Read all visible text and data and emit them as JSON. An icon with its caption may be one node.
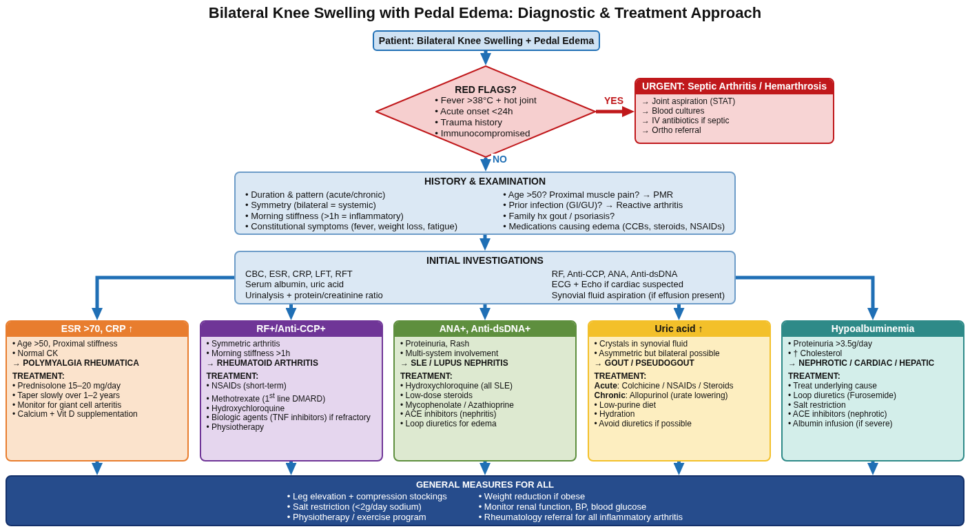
{
  "diagram": {
    "title": "Bilateral Knee Swelling with Pedal Edema: Diagnostic & Treatment Approach",
    "nodes": [
      {
        "text": [
          "Patient: Bilateral Knee Swelling + Pedal Edema"
        ]
      },
      {
        "text": [
          "RED FLAGS?",
          "• Fever >38°C + hot joint",
          "• Acute onset <24h",
          "• Trauma history",
          "• Immunocompromised"
        ]
      },
      {
        "text": [
          "URGENT: Septic Arthritis / Hemarthrosis",
          "→ Joint aspiration (STAT)",
          "→ Blood cultures",
          "→ IV antibiotics if septic",
          "→ Ortho referral"
        ]
      },
      {
        "text": [
          "HISTORY & EXAMINATION",
          "• Duration & pattern (acute/chronic)",
          "• Symmetry (bilateral = systemic)",
          "• Morning stiffness (>1h = inflammatory)",
          "• Constitutional symptoms (fever, weight loss, fatigue)",
          "• Age >50? Proximal muscle pain? → PMR",
          "• Prior infection (GI/GU)? → Reactive arthritis",
          "• Family hx gout / psoriasis?",
          "• Medications causing edema (CCBs, steroids, NSAIDs)"
        ]
      },
      {
        "text": [
          "INITIAL INVESTIGATIONS",
          "CBC, ESR, CRP, LFT, RFT",
          "Serum albumin, uric acid",
          "Urinalysis + protein/creatinine ratio",
          "RF, Anti-CCP, ANA, Anti-dsDNA",
          "ECG + Echo if cardiac suspected",
          "Synovial fluid aspiration (if effusion present)"
        ]
      },
      {
        "text": [
          "ESR >70, CRP ↑",
          "• Age >50, Proximal stiffness",
          "• Normal CK",
          "→ **POLYMYALGIA RHEUMATICA**",
          "TREATMENT:",
          "• Prednisolone 15–20 mg/day",
          "• Taper slowly over 1–2 years",
          "• Monitor for giant cell arteritis",
          "• Calcium + Vit D supplementation"
        ]
      },
      {
        "text": [
          "RF+/Anti-CCP+",
          "• Symmetric arthritis",
          "• Morning stiffness >1h",
          "→ **RHEUMATOID ARTHRITIS**",
          "TREATMENT:",
          "• NSAIDs (short-term)",
          "• Methotrexate (1$^{st}$ line DMARD)",
          "• Hydroxychloroquine",
          "• Biologic agents (TNF inhibitors) if refractory",
          "• Physiotherapy"
        ]
      },
      {
        "text": [
          "ANA+, Anti-dsDNA+",
          "• Proteinuria, Rash",
          "• Multi-system involvement",
          "→ **SLE / LUPUS NEPHRITIS**",
          "TREATMENT:",
          "• Hydroxychloroquine (all SLE)",
          "• Low-dose steroids",
          "• Mycophenolate / Azathioprine",
          "• ACE inhibitors (nephritis)",
          "• Loop diuretics for edema"
        ]
      },
      {
        "text": [
          "Uric acid ↑",
          "• Crystals in synovial fluid",
          "• Asymmetric but bilateral possible",
          "→ **GOUT / PSEUDOGOUT**",
          "TREATMENT:",
          "**Acute**: Colchicine / NSAIDs / Steroids",
          "**Chronic**: Allopurinol (urate lowering)",
          "• Low-purine diet",
          "• Hydration",
          "• Avoid diuretics if possible"
        ]
      },
      {
        "text": [
          "Hypoalbuminemia",
          "• Proteinuria >3.5g/day",
          "• † Cholesterol",
          "→ **NEPHROTIC / CARDIAC / HEPATIC**",
          "TREATMENT:",
          "• Treat underlying cause",
          "• Loop diuretics (Furosemide)",
          "• Salt restriction",
          "• ACE inhibitors (nephrotic)",
          "• Albumin infusion (if severe)"
        ]
      },
      {
        "text": [
          "GENERAL MEASURES FOR ALL",
          "• Leg elevation + compression stockings",
          "• Salt restriction (<2g/day sodium)",
          "• Physiotherapy / exercise program",
          "• Weight reduction if obese",
          "• Monitor renal function, BP, blood glucose",
          "• Rheumatology referral for all inflammatory arthritis"
        ]
      }
    ],
    "edges": [
      {
        "from": 0,
        "to": 1,
        "arrow": "to"
      },
      {
        "from": 1,
        "to": 2,
        "arrow": "to",
        "label": "YES",
        "color": "#c0181b"
      },
      {
        "from": 1,
        "to": 3,
        "arrow": "to",
        "label": "NO"
      },
      {
        "from": 3,
        "to": 4,
        "arrow": "to"
      },
      {
        "from": 4,
        "to": 5,
        "arrow": "to"
      },
      {
        "from": 4,
        "to": 6,
        "arrow": "to"
      },
      {
        "from": 4,
        "to": 7,
        "arrow": "to"
      },
      {
        "from": 4,
        "to": 8,
        "arrow": "to"
      },
      {
        "from": 4,
        "to": 9,
        "arrow": "to"
      },
      {
        "from": 5,
        "to": 10,
        "arrow": "to"
      },
      {
        "from": 6,
        "to": 10,
        "arrow": "to"
      },
      {
        "from": 7,
        "to": 10,
        "arrow": "to"
      },
      {
        "from": 8,
        "to": 10,
        "arrow": "to"
      },
      {
        "from": 9,
        "to": 10,
        "arrow": "to"
      }
    ]
  }
}
